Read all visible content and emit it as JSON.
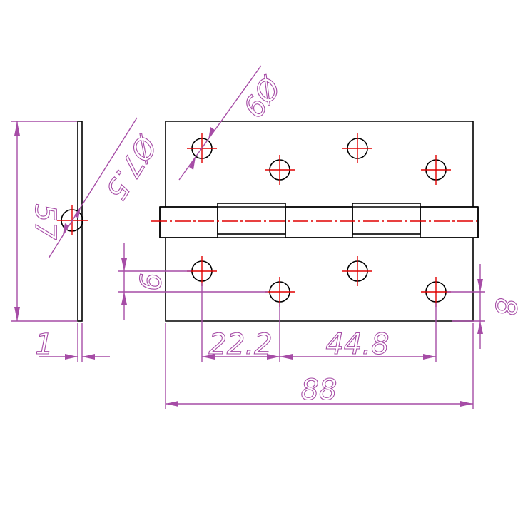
{
  "dimensions": {
    "height": "57",
    "thickness": "1",
    "side_hole_diameter": "Ø7.5",
    "hole_diameter": "Ø9",
    "hole_row_offset": "9",
    "bottom_offset": "8",
    "spacing_22": "22.2",
    "spacing_44": "44.8",
    "width": "88"
  },
  "colors": {
    "outline": "#000000",
    "dimension": "#a64ca6",
    "centerline": "#e00000"
  }
}
